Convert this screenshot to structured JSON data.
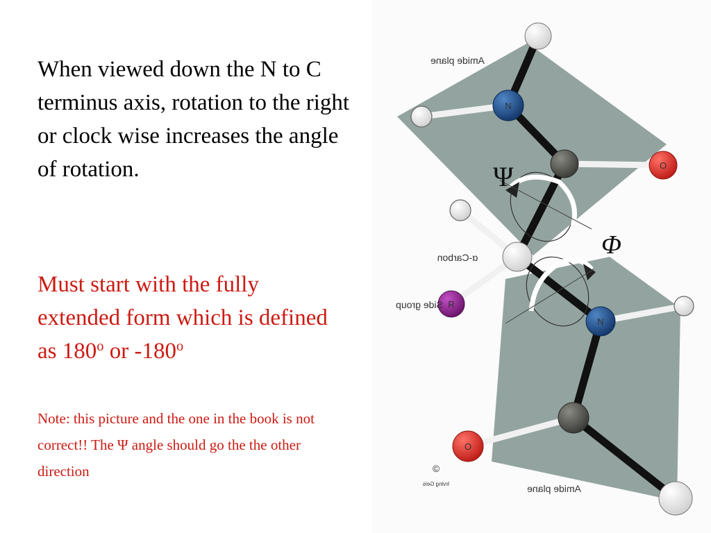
{
  "text": {
    "p1": "When viewed down the N to C terminus axis, rotation to the right or clock wise increases the angle of rotation.",
    "p2_main": "Must start with the  fully extended form which is defined as 180",
    "p2_sup1": "o",
    "p2_mid": " or -180",
    "p2_sup2": "o",
    "p3": "Note: this picture and the one in the book is not correct!!  The Ψ angle should go the the other direction"
  },
  "figure": {
    "amide_plane_top": "Amide plane",
    "amide_plane_bottom": "Amide plane",
    "alpha_carbon": "α-Carbon",
    "side_group": "Side group",
    "psi": "Ψ",
    "phi": "Φ",
    "atom_N": "N",
    "atom_O": "O",
    "atom_R": "R",
    "copyright": "©",
    "signature": "Irving Geis",
    "colors": {
      "plane": "#8a9c98",
      "nitrogen": "#1f4f8f",
      "oxygen": "#e0312c",
      "carbon": "#555550",
      "side_group": "#8b1f8f",
      "text_black": "#000000",
      "text_red": "#cc1a12"
    }
  }
}
